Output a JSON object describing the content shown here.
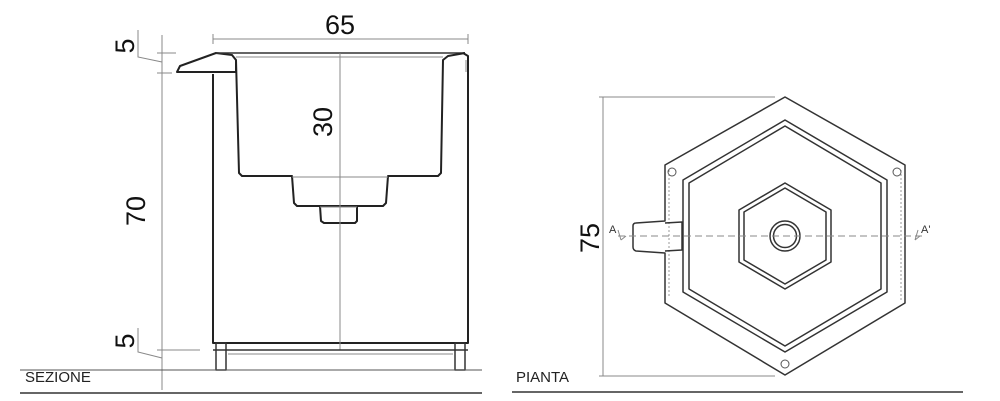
{
  "section_view": {
    "label": "SEZIONE",
    "dimensions": {
      "width": "65",
      "depth": "30",
      "height": "70",
      "rim": "5",
      "base": "5"
    }
  },
  "plan_view": {
    "label": "PIANTA",
    "dimensions": {
      "diameter": "75"
    },
    "section_marks": {
      "start": "A",
      "end": "A'"
    }
  }
}
